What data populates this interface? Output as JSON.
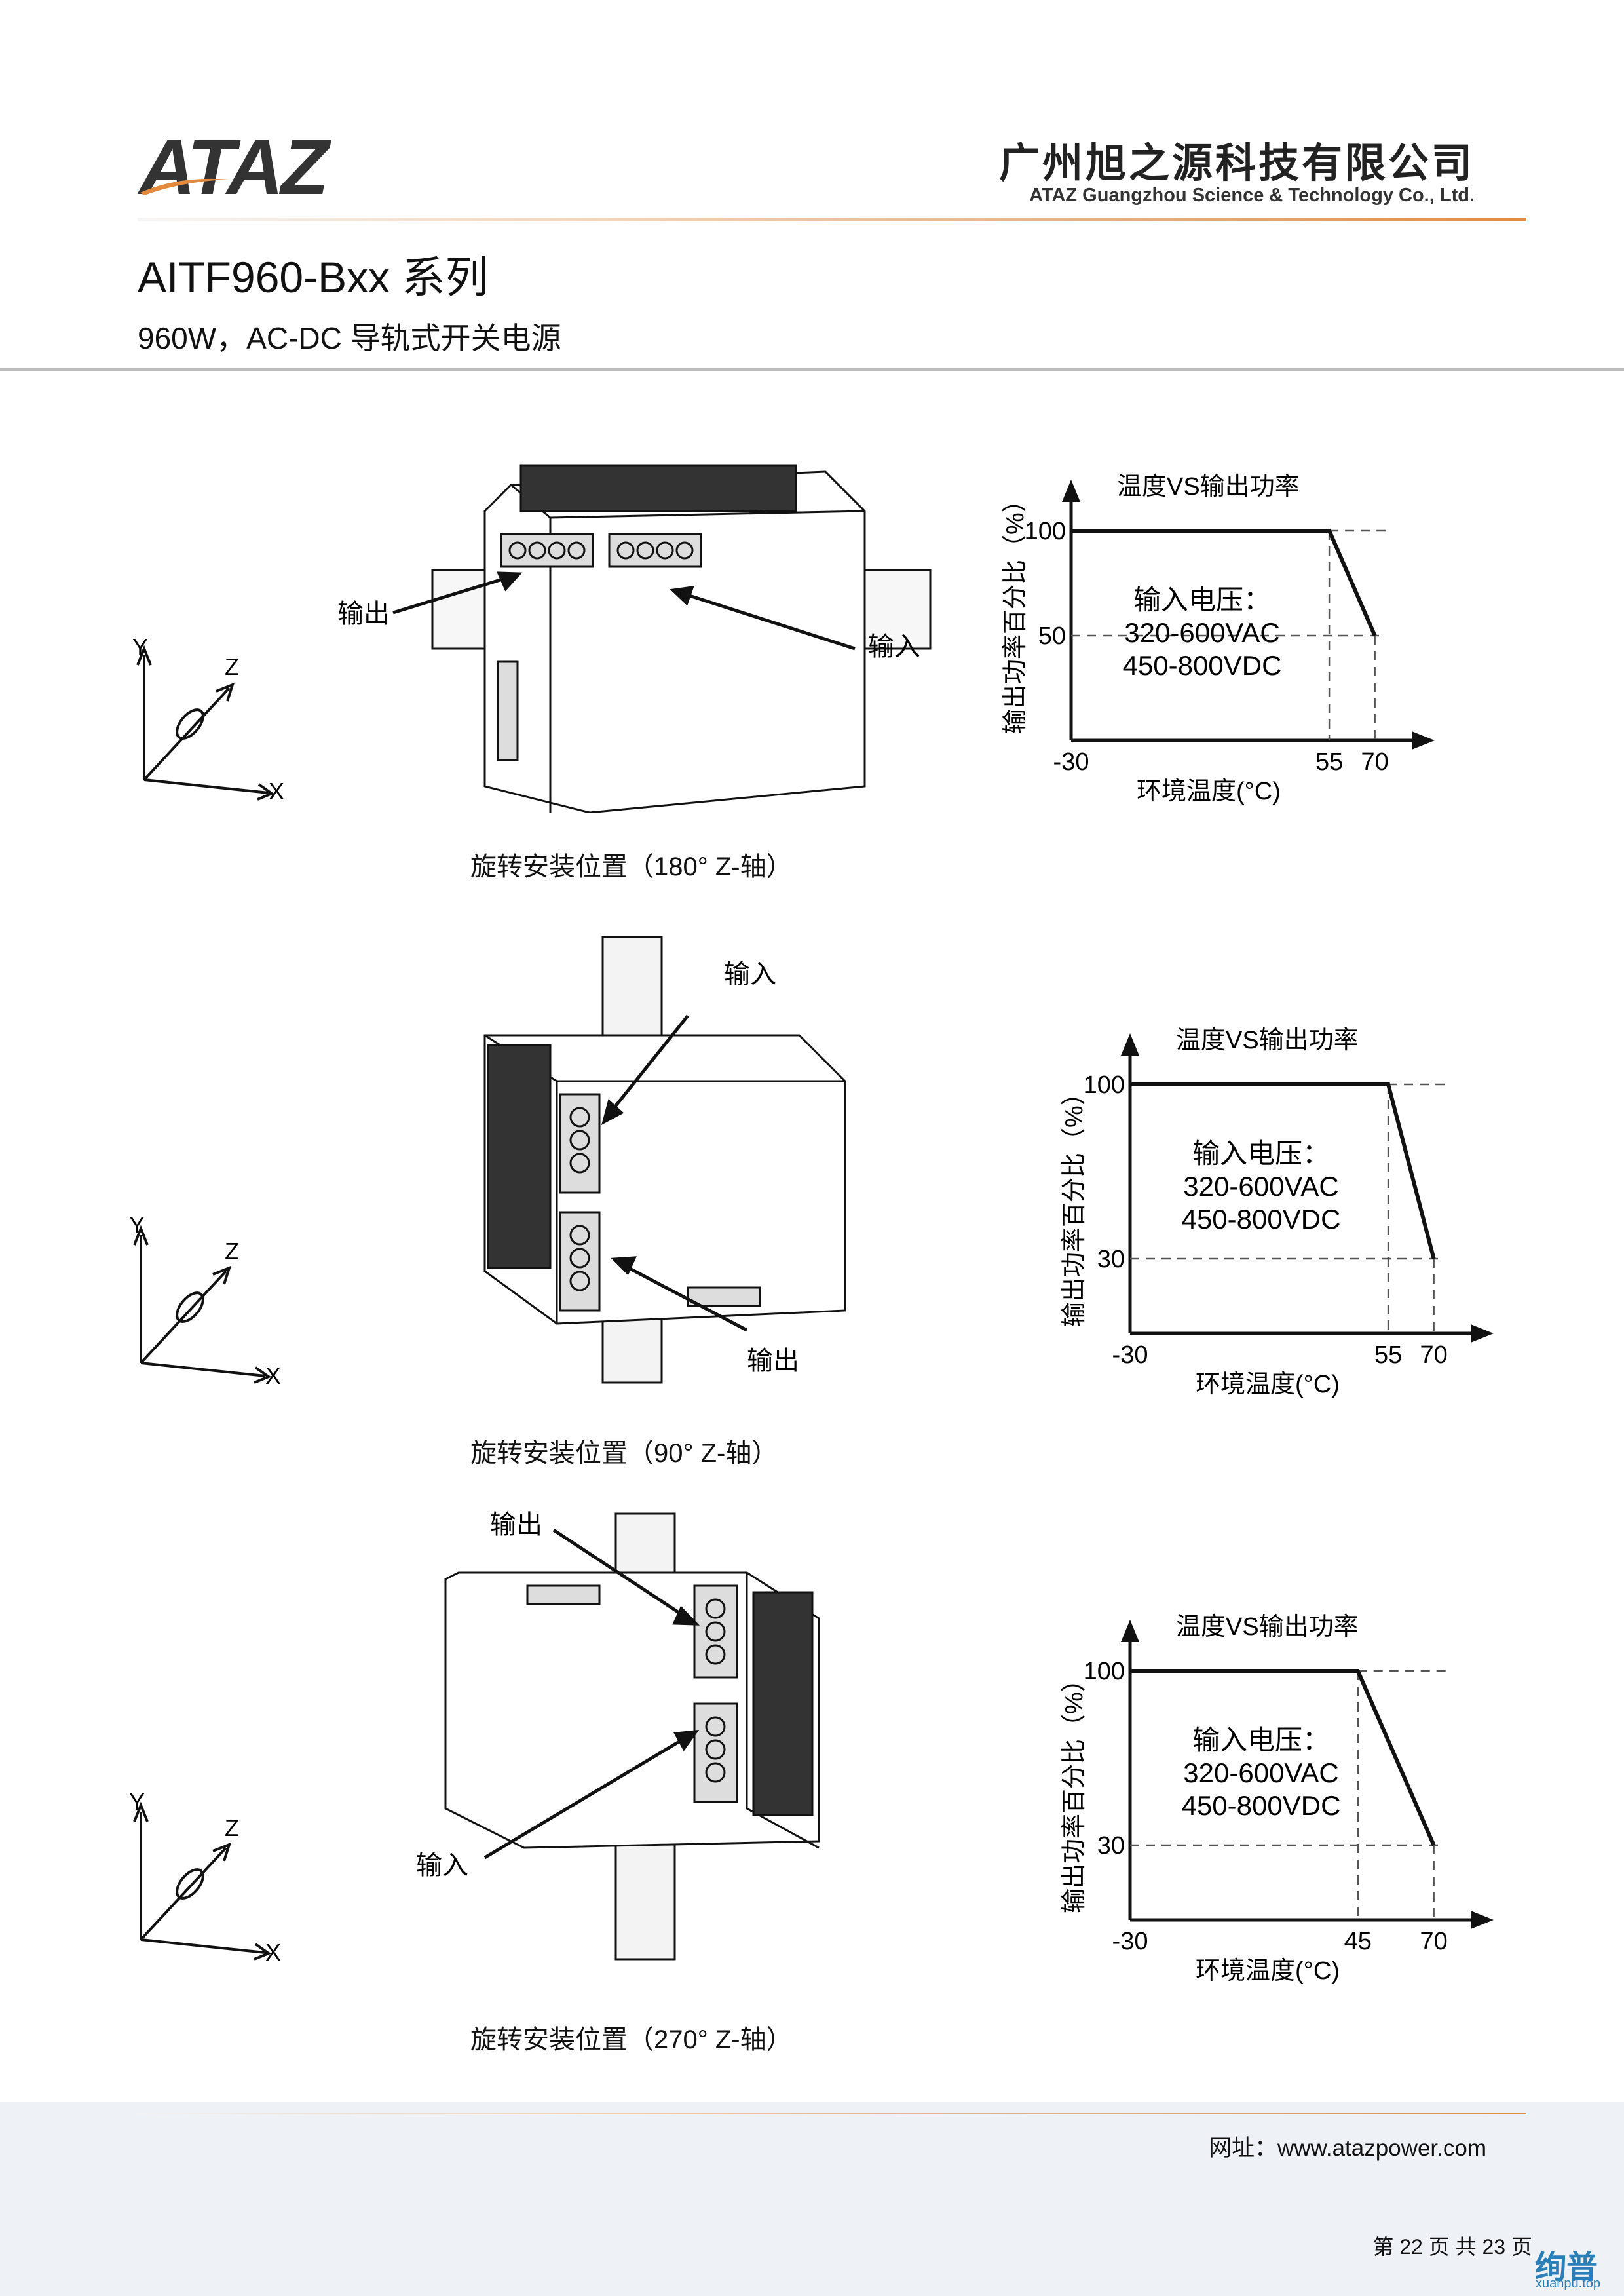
{
  "header": {
    "logo_text": "ATAZ",
    "company_cn": "广州旭之源科技有限公司",
    "company_en": "ATAZ Guangzhou Science & Technology Co., Ltd.",
    "series_title": "AITF960-Bxx 系列",
    "subtitle": "960W，AC-DC 导轨式开关电源"
  },
  "colors": {
    "accent": "#e58a3d",
    "footer_bg": "#eef1f6",
    "text": "#111111"
  },
  "sections": [
    {
      "caption": "旋转安装位置（180° Z-轴）",
      "label_in": "输入",
      "label_out": "输出",
      "axes": {
        "x": "X",
        "y": "Y",
        "z": "Z"
      }
    },
    {
      "caption": "旋转安装位置（90° Z-轴）",
      "label_in": "输入",
      "label_out": "输出",
      "axes": {
        "x": "X",
        "y": "Y",
        "z": "Z"
      }
    },
    {
      "caption": "旋转安装位置（270° Z-轴）",
      "label_in": "输入",
      "label_out": "输出",
      "axes": {
        "x": "X",
        "y": "Y",
        "z": "Z"
      }
    }
  ],
  "chart_data": [
    {
      "type": "line",
      "title": "温度VS输出功率",
      "xlabel": "环境温度(°C)",
      "ylabel": "输出功率百分比（%）",
      "x": [
        -30,
        55,
        70
      ],
      "values": [
        100,
        100,
        50
      ],
      "x_ticks": [
        "-30",
        "55",
        "70"
      ],
      "y_ticks": [
        "100",
        "50"
      ],
      "annotation": [
        "输入电压：",
        "320-600VAC",
        "450-800VDC"
      ]
    },
    {
      "type": "line",
      "title": "温度VS输出功率",
      "xlabel": "环境温度(°C)",
      "ylabel": "输出功率百分比（%）",
      "x": [
        -30,
        55,
        70
      ],
      "values": [
        100,
        100,
        30
      ],
      "x_ticks": [
        "-30",
        "55",
        "70"
      ],
      "y_ticks": [
        "100",
        "30"
      ],
      "annotation": [
        "输入电压：",
        "320-600VAC",
        "450-800VDC"
      ]
    },
    {
      "type": "line",
      "title": "温度VS输出功率",
      "xlabel": "环境温度(°C)",
      "ylabel": "输出功率百分比（%）",
      "x": [
        -30,
        45,
        70
      ],
      "values": [
        100,
        100,
        30
      ],
      "x_ticks": [
        "-30",
        "45",
        "70"
      ],
      "y_ticks": [
        "100",
        "30"
      ],
      "annotation": [
        "输入电压：",
        "320-600VAC",
        "450-800VDC"
      ]
    }
  ],
  "footer": {
    "website": "网址：www.atazpower.com",
    "page": "第 22 页 共 23 页",
    "watermark": "绚普",
    "watermark_url": "xuanpu.top"
  }
}
